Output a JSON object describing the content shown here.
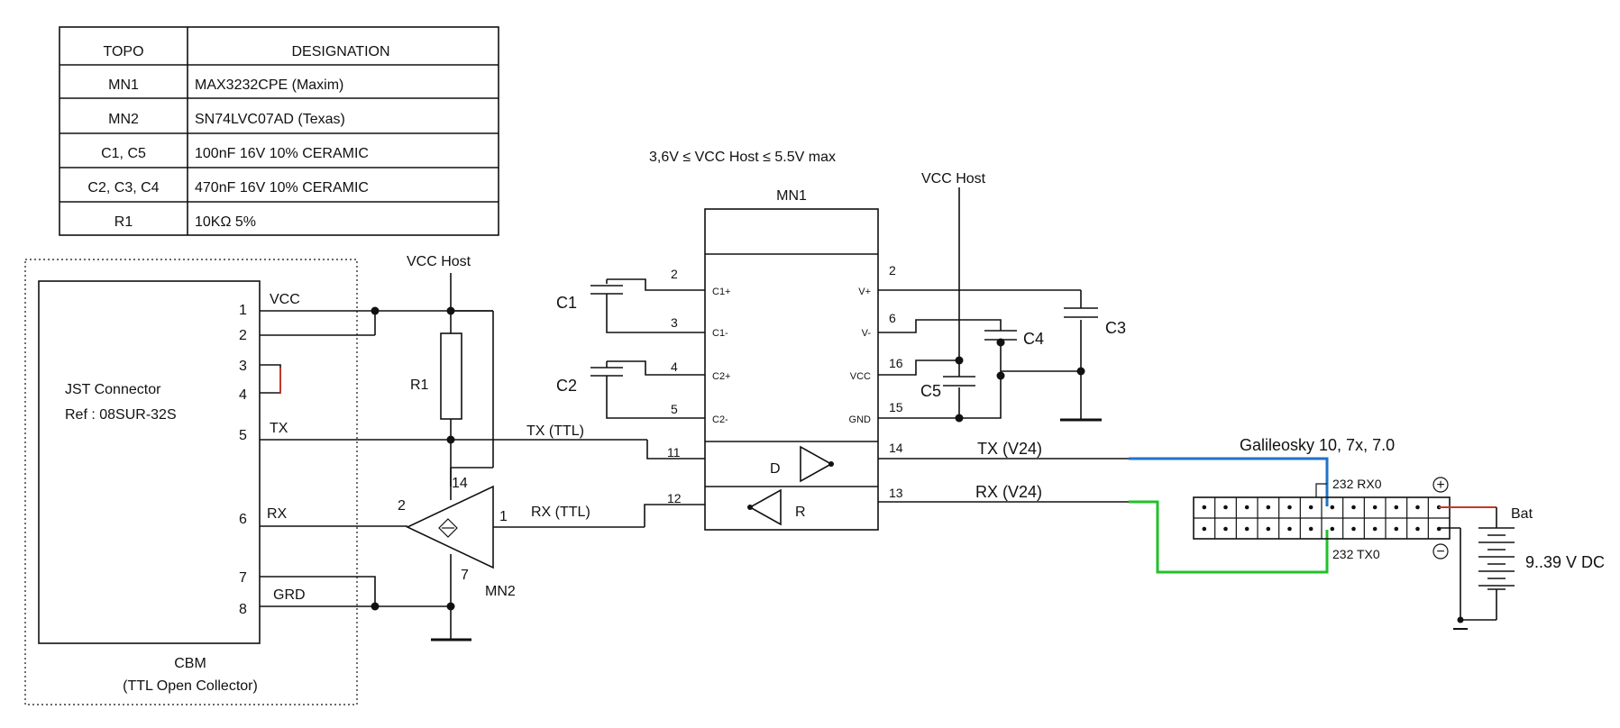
{
  "table": {
    "headers": [
      "TOPO",
      "DESIGNATION"
    ],
    "rows": [
      [
        "MN1",
        "MAX3232CPE (Maxim)"
      ],
      [
        "MN2",
        "SN74LVC07AD (Texas)"
      ],
      [
        "C1, C5",
        "100nF 16V 10% CERAMIC"
      ],
      [
        "C2, C3, C4",
        "470nF 16V 10% CERAMIC"
      ],
      [
        "R1",
        "10KΩ 5%"
      ]
    ]
  },
  "supply_note": "3,6V ≤ VCC Host  ≤ 5.5V max",
  "vcc_host_label": "VCC Host",
  "cbm": {
    "title": "CBM",
    "subtitle": "(TTL Open Collector)",
    "connector_name": "JST Connector",
    "connector_ref": "Ref : 08SUR-32S",
    "pins": [
      "1",
      "2",
      "3",
      "4",
      "5",
      "6",
      "7",
      "8"
    ],
    "signals": [
      "VCC",
      "TX",
      "RX",
      "GRD"
    ]
  },
  "r1_label": "R1",
  "mn2": {
    "label": "MN2",
    "pins": [
      "14",
      "2",
      "1",
      "7"
    ]
  },
  "ttl": {
    "tx": "TX (TTL)",
    "rx": "RX (TTL)"
  },
  "mn1": {
    "label": "MN1",
    "left_pins": [
      "2",
      "3",
      "4",
      "5",
      "11",
      "12"
    ],
    "left_names": [
      "C1+",
      "C1-",
      "C2+",
      "C2-"
    ],
    "right_pins": [
      "2",
      "6",
      "16",
      "15",
      "14",
      "13"
    ],
    "right_names": [
      "V+",
      "V-",
      "VCC",
      "GND"
    ],
    "driver": "D",
    "receiver": "R"
  },
  "caps": [
    "C1",
    "C2",
    "C3",
    "C4",
    "C5"
  ],
  "v24": {
    "tx": "TX (V24)",
    "rx": "RX (V24)"
  },
  "galileo": {
    "title": "Galileosky 10, 7x, 7.0",
    "rx_label": "232 RX0",
    "tx_label": "232 TX0",
    "plus": "+",
    "minus": "−",
    "bat_label": "Bat",
    "voltage": "9..39 V DC"
  },
  "colors": {
    "tx_wire": "#1e73c8",
    "rx_wire": "#22c02a",
    "bat_wire": "#c0392b",
    "ink": "#111111"
  }
}
